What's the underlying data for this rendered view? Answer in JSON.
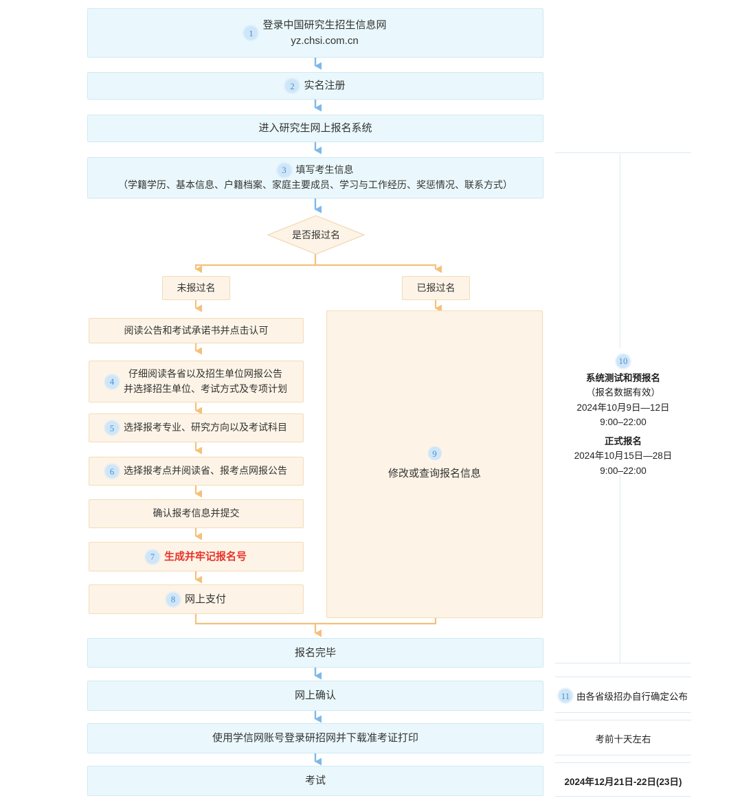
{
  "flow": {
    "login": {
      "number": "1",
      "line1": "登录中国研究生招生信息网",
      "line2": "yz.chsi.com.cn"
    },
    "register": {
      "number": "2",
      "label": "实名注册"
    },
    "enter_system": {
      "label": "进入研究生网上报名系统"
    },
    "fill_info": {
      "number": "3",
      "line1": "填写考生信息",
      "line2": "（学籍学历、基本信息、户籍档案、家庭主要成员、学习与工作经历、奖惩情况、联系方式）"
    },
    "decision": {
      "label": "是否报过名"
    },
    "branch_no": {
      "label": "未报过名"
    },
    "branch_yes": {
      "label": "已报过名"
    },
    "read_notice": {
      "label": "阅读公告和考试承诺书并点击认可"
    },
    "step4": {
      "number": "4",
      "line1": "仔细阅读各省以及招生单位网报公告",
      "line2": "并选择招生单位、考试方式及专项计划"
    },
    "step5": {
      "number": "5",
      "label": "选择报考专业、研究方向以及考试科目"
    },
    "step6": {
      "number": "6",
      "label": "选择报考点并阅读省、报考点网报公告"
    },
    "confirm_submit": {
      "label": "确认报考信息并提交"
    },
    "step7": {
      "number": "7",
      "label": "生成并牢记报名号"
    },
    "step8": {
      "number": "8",
      "label": "网上支付"
    },
    "step9": {
      "number": "9",
      "label": "修改或查询报名信息"
    },
    "done": {
      "label": "报名完毕"
    },
    "online_confirm": {
      "label": "网上确认"
    },
    "download_ticket": {
      "label": "使用学信网账号登录研招网并下载准考证打印"
    },
    "exam": {
      "label": "考试"
    }
  },
  "schedule": {
    "step10": {
      "number": "10",
      "title_pre": "系统测试和预报名",
      "note_pre": "（报名数据有效）",
      "date_pre": "2024年10月9日—12日",
      "time_pre": "9:00–22:00",
      "title_formal": "正式报名",
      "date_formal": "2024年10月15日—28日",
      "time_formal": "9:00–22:00"
    },
    "step11": {
      "number": "11",
      "label": "由各省级招办自行确定公布"
    },
    "ticket_time": {
      "label": "考前十天左右"
    },
    "exam_time": {
      "label": "2024年12月21日-22日(23日)"
    }
  },
  "colors": {
    "blue_fill": "#eaf8fd",
    "blue_border": "#cfe8f3",
    "orange_fill": "#fdf4e7",
    "orange_border": "#f2dcb6",
    "arrow_blue": "#7fb8e8",
    "arrow_orange": "#f5c07a",
    "badge_bg": "#cfe6f9",
    "badge_text": "#4a8fd0",
    "highlight_red": "#e8342a",
    "rule": "#dce9f2"
  }
}
